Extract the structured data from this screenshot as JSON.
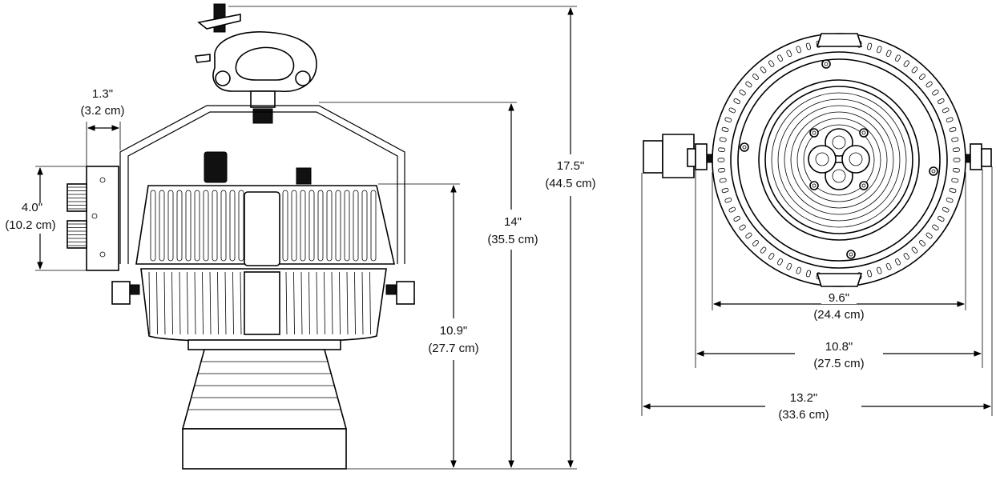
{
  "dimensions": {
    "clamp_offset": {
      "imperial": "1.3\"",
      "metric": "(3.2 cm)"
    },
    "connector_height": {
      "imperial": "4.0\"",
      "metric": "(10.2 cm)"
    },
    "total_height": {
      "imperial": "17.5\"",
      "metric": "(44.5 cm)"
    },
    "yoke_height": {
      "imperial": "14\"",
      "metric": "(35.5 cm)"
    },
    "body_height": {
      "imperial": "10.9\"",
      "metric": "(27.7 cm)"
    },
    "lens_diameter": {
      "imperial": "9.6\"",
      "metric": "(24.4 cm)"
    },
    "body_diameter": {
      "imperial": "10.8\"",
      "metric": "(27.5 cm)"
    },
    "total_width": {
      "imperial": "13.2\"",
      "metric": "(33.6 cm)"
    }
  },
  "colors": {
    "line": "#000000",
    "background": "#ffffff"
  }
}
